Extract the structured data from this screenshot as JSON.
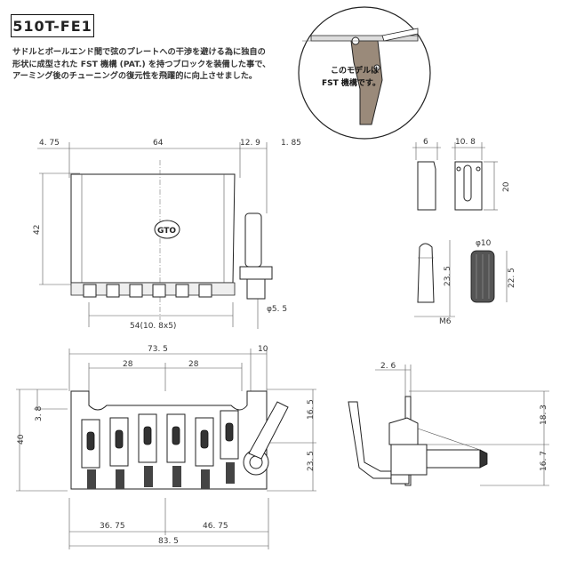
{
  "model": "510T-FE1",
  "description": [
    "サドルとボールエンド間で弦のプレートへの干渉を避ける為に独自の",
    "形状に成型された FST 機構 (PAT.) を持つブロックを装備した事で、",
    "アーミング後のチューニングの復元性を飛躍的に向上させました。"
  ],
  "callout": [
    "このモデルは",
    "FST 機構です。"
  ],
  "logo_text": "GTO",
  "dims": {
    "top_left_offset": "4. 75",
    "top_width": "64",
    "top_right_a": "12. 9",
    "top_right_b": "1. 85",
    "top_height": "42",
    "saddle_spacing": "54(10. 8x5)",
    "post_dia": "φ5. 5",
    "side_a": "6",
    "side_b": "10. 8",
    "side_h": "20",
    "knob_dia": "φ10",
    "stud_len": "23. 5",
    "knob_len": "22. 5",
    "thread": "M6",
    "front_width": "73. 5",
    "front_arm": "10",
    "pitch_a": "28",
    "pitch_b": "28",
    "front_depth": "40",
    "front_a": "3. 8",
    "front_b": "16. 5",
    "front_c": "23. 5",
    "bottom_a": "36. 75",
    "bottom_b": "46. 75",
    "bottom_total": "83. 5",
    "prof_a": "2. 6",
    "prof_b": "18. 3",
    "prof_c": "16. 7"
  }
}
